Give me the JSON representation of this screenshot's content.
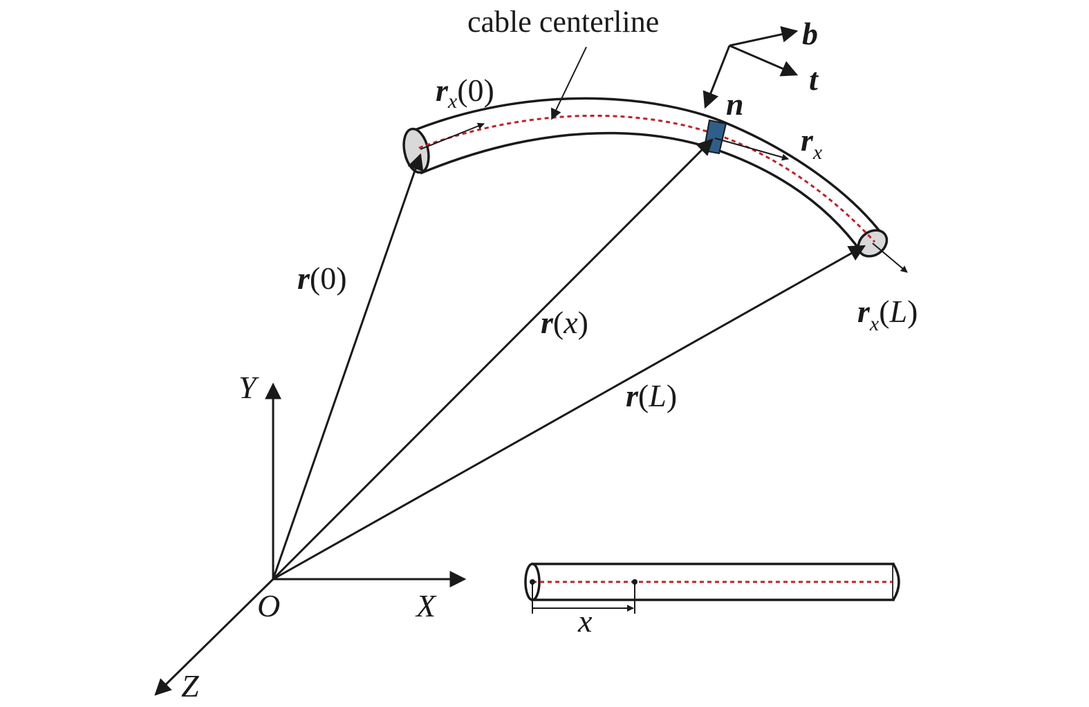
{
  "caption": {
    "text": "cable centerline"
  },
  "frame_labels": {
    "b": "b",
    "t": "t",
    "n": "n"
  },
  "tangent_labels": {
    "rx0": {
      "main": "r",
      "sub": "x",
      "arg": "(0)"
    },
    "rx": {
      "main": "r",
      "sub": "x"
    },
    "rxL": {
      "main": "r",
      "sub": "x",
      "arg_open": "(",
      "arg_var": "L",
      "arg_close": ")"
    }
  },
  "position_labels": {
    "r0": {
      "main": "r",
      "arg": "(0)"
    },
    "rx": {
      "main": "r",
      "arg_open": "(",
      "arg_var": "x",
      "arg_close": ")"
    },
    "rL": {
      "main": "r",
      "arg_open": "(",
      "arg_var": "L",
      "arg_close": ")"
    }
  },
  "axes": {
    "x": "X",
    "y": "Y",
    "z": "Z",
    "origin": "O"
  },
  "straight_cable": {
    "x_label": "x"
  },
  "colors": {
    "ink": "#1a1a1a",
    "centerline": "#c0202a",
    "element": "#2e5f8a",
    "endcap": "#d9d9d9"
  }
}
